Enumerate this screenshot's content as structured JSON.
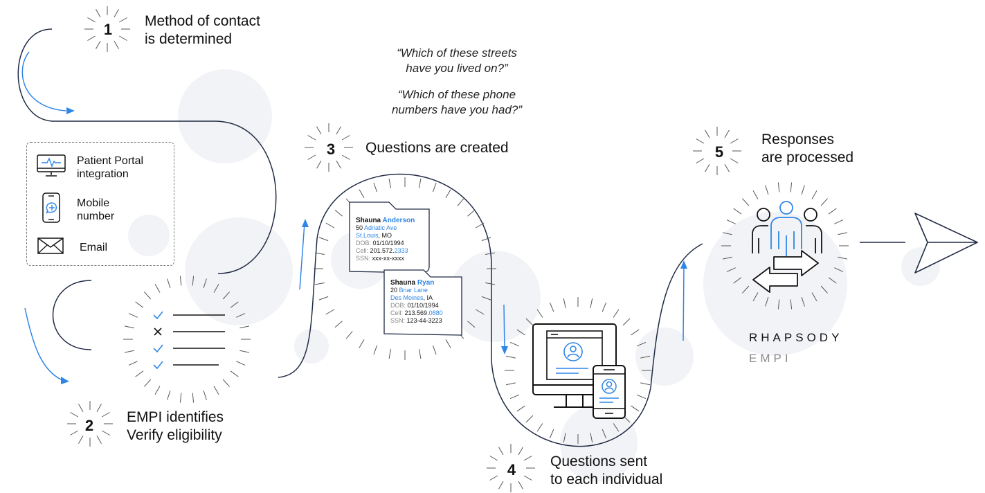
{
  "steps": [
    {
      "number": "1",
      "label_line1": "Method of contact",
      "label_line2": "is determined"
    },
    {
      "number": "2",
      "label_line1": "EMPI identifies",
      "label_line2": "Verify eligibility"
    },
    {
      "number": "3",
      "label_line1": "Questions are created",
      "label_line2": ""
    },
    {
      "number": "4",
      "label_line1": "Questions sent",
      "label_line2": "to each individual"
    },
    {
      "number": "5",
      "label_line1": "Responses",
      "label_line2": "are processed"
    }
  ],
  "quotes": {
    "q1_line1": "“Which of these streets",
    "q1_line2": "have you lived on?”",
    "q2_line1": "“Which of these phone",
    "q2_line2": "numbers have you had?”"
  },
  "contact_methods": [
    {
      "line1": "Patient Portal",
      "line2": "integration",
      "icon": "monitor-icon"
    },
    {
      "line1": "Mobile",
      "line2": "number",
      "icon": "mobile-icon"
    },
    {
      "line1": "Email",
      "line2": "",
      "icon": "email-icon"
    }
  ],
  "cards": [
    {
      "first": "Shauna",
      "last": "Anderson",
      "street_num": "50",
      "street": "Adriatic Ave",
      "city": "St.Louis",
      "state": ", MO",
      "dob_label": "DOB:",
      "dob": "01/10/1994",
      "cell_label": "Cell:",
      "cell_a": "201.572.",
      "cell_b": "2333",
      "ssn_label": "SSN:",
      "ssn": "xxx-xx-xxxx"
    },
    {
      "first": "Shauna",
      "last": "Ryan",
      "street_num": "20",
      "street": "Briar Lane",
      "city": "Des Moines",
      "state": ", IA",
      "dob_label": "DOB:",
      "dob": "01/10/1994",
      "cell_label": "Cell:",
      "cell_a": "213.569.",
      "cell_b": "0880",
      "ssn_label": "SSN:",
      "ssn": "123-44-3223"
    }
  ],
  "checklist": [
    "check",
    "cross",
    "check",
    "check"
  ],
  "brand": {
    "line1": "RHAPSODY",
    "line2": "EMPI"
  },
  "colors": {
    "accent": "#2f86e6",
    "line": "#1f2a44",
    "bubble": "#f2f3f6",
    "text": "#111111",
    "muted": "#8a8a8a"
  }
}
